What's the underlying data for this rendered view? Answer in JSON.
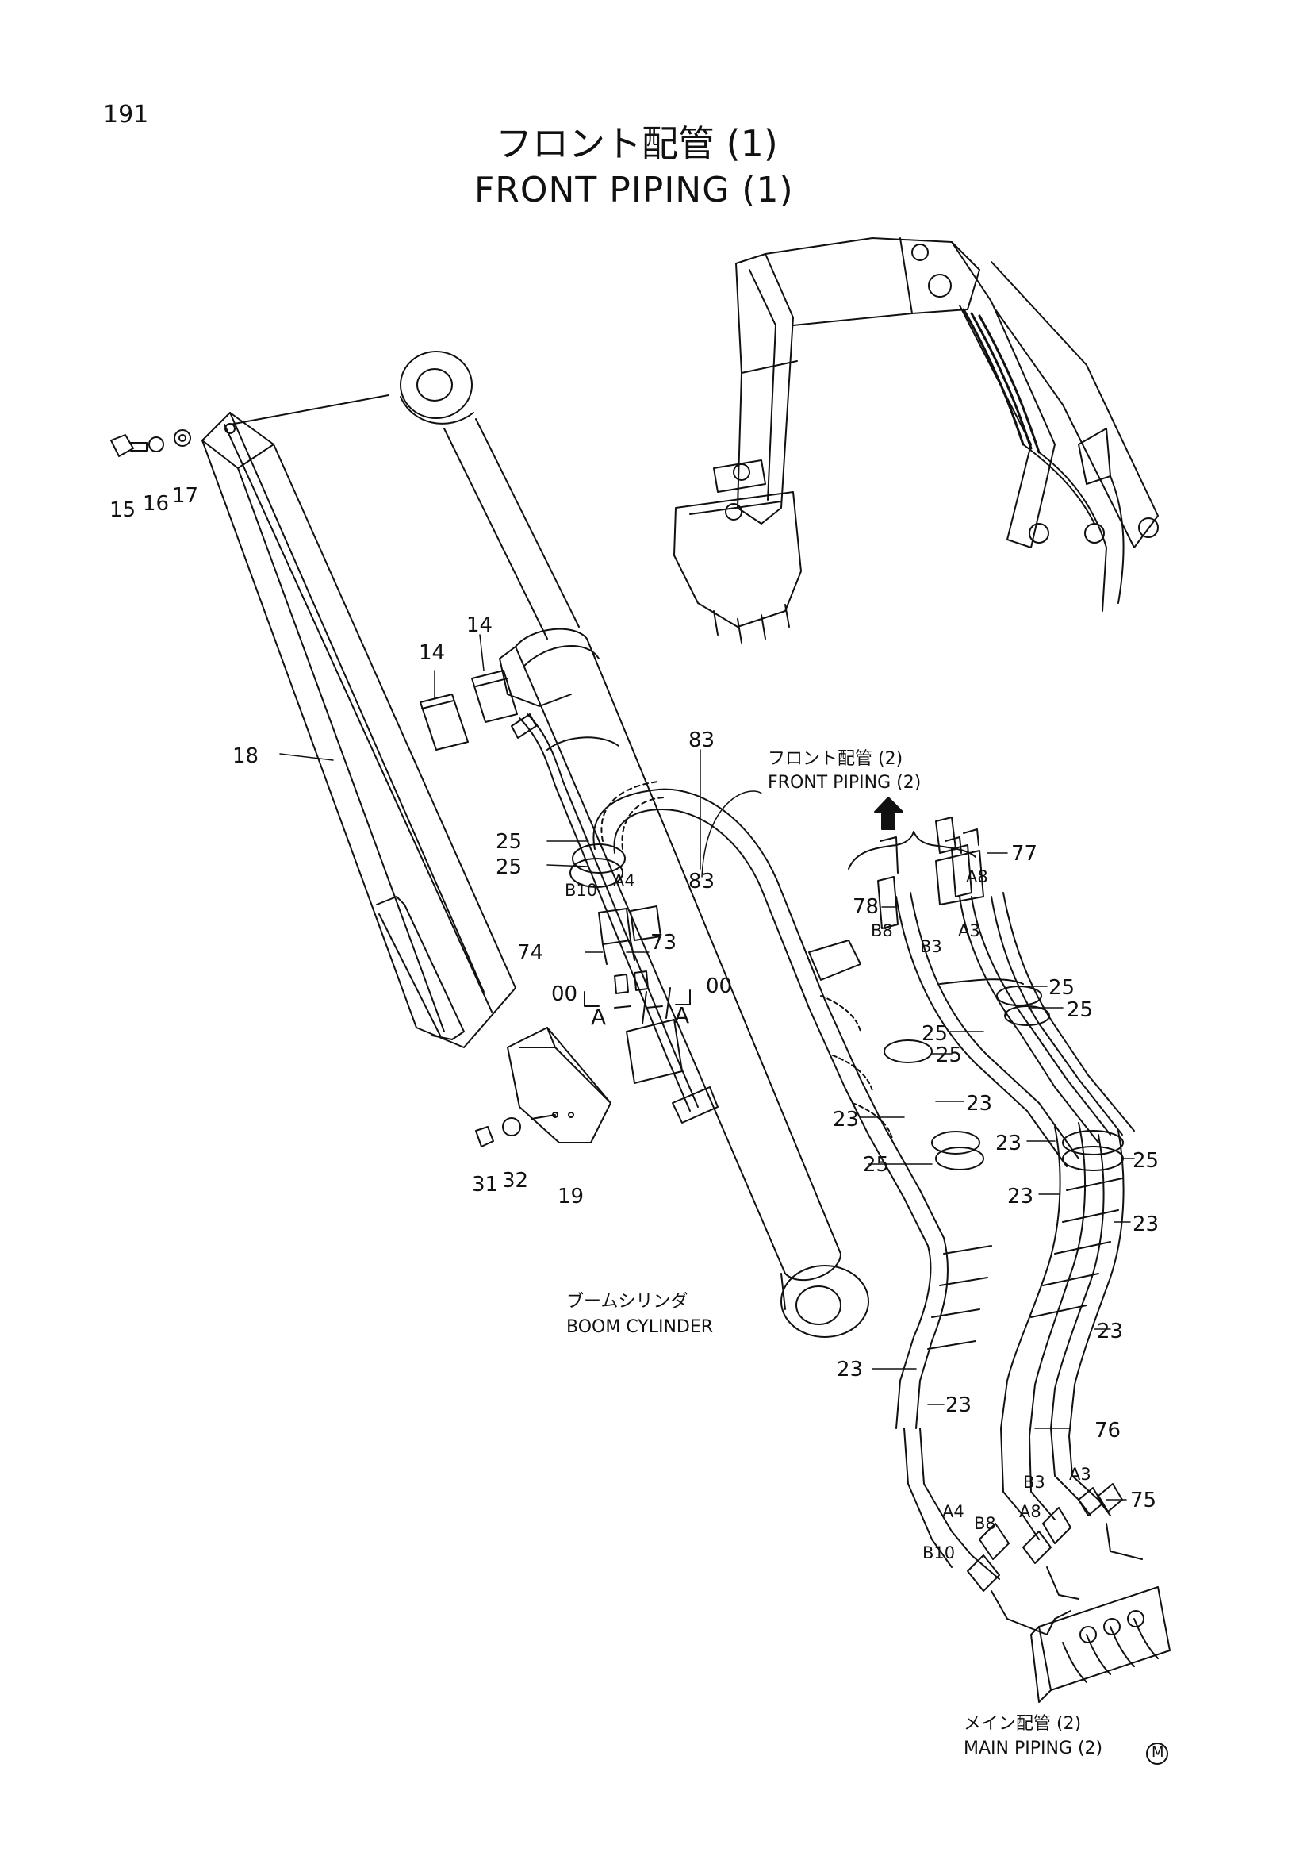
{
  "page_number": "191",
  "title_jp": "フロント配管 (1)",
  "title_en": "FRONT PIPING (1)",
  "references": {
    "front_piping2_jp": "フロント配管 (2)",
    "front_piping2_en": "FRONT PIPING (2)",
    "boom_cylinder_jp": "ブームシリンダ",
    "boom_cylinder_en": "BOOM CYLINDER",
    "main_piping2_jp": "メイン配管 (2)",
    "main_piping2_en": "MAIN PIPING (2)"
  },
  "callouts": {
    "p15": "15",
    "p16": "16",
    "p17": "17",
    "p14a": "14",
    "p14b": "14",
    "p18": "18",
    "p83a": "83",
    "p83b": "83",
    "p25a": "25",
    "p25b": "25",
    "p74": "74",
    "p73": "73",
    "p00a": "00",
    "p00b": "00",
    "sectA1": "A",
    "sectA2": "A",
    "p31": "31",
    "p32": "32",
    "p19": "19",
    "p77": "77",
    "p78": "78",
    "p25c": "25",
    "p25d": "25",
    "p25e": "25",
    "p25f": "25",
    "p25g": "25",
    "p25h": "25",
    "p23a": "23",
    "p23b": "23",
    "p23c": "23",
    "p23d": "23",
    "p23e": "23",
    "p23f": "23",
    "p23g": "23",
    "p23h": "23",
    "p76": "76",
    "p75": "75"
  },
  "port_marks": {
    "b10_top": "B10",
    "a4_top": "A4",
    "a8_top": "A8",
    "b8_top": "B8",
    "b3_top": "B3",
    "a3_top": "A3",
    "b3_bot": "B3",
    "a3_bot": "A3",
    "a4_bot": "A4",
    "b8_bot": "B8",
    "a8_bot": "A8",
    "b10_bot": "B10"
  },
  "mark_symbol": "M"
}
